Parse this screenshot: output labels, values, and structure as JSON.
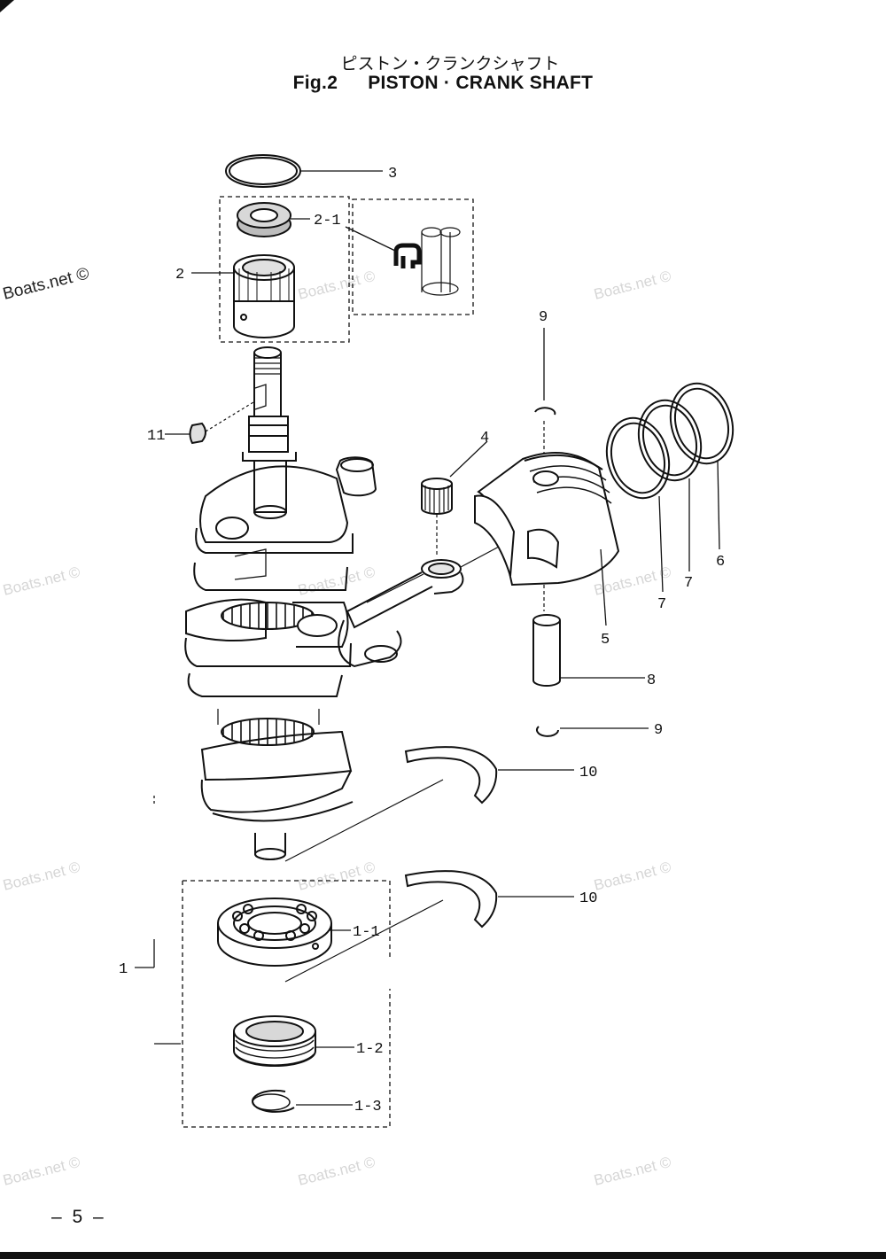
{
  "title": {
    "japanese": "ピストン・クランクシャフト",
    "fig_label": "Fig.2",
    "english": "PISTON · CRANK SHAFT"
  },
  "callouts": {
    "p1": "1",
    "p1_1": "1-1",
    "p1_2": "1-2",
    "p1_3": "1-3",
    "p2": "2",
    "p2_1": "2-1",
    "p3": "3",
    "p4": "4",
    "p5": "5",
    "p6": "6",
    "p7a": "7",
    "p7b": "7",
    "p8": "8",
    "p9_top": "9",
    "p9_bottom": "9",
    "p10_upper": "10",
    "p10_lower": "10",
    "p11": "11"
  },
  "watermark": "Boats.net ©",
  "page_number": "– 5 –"
}
